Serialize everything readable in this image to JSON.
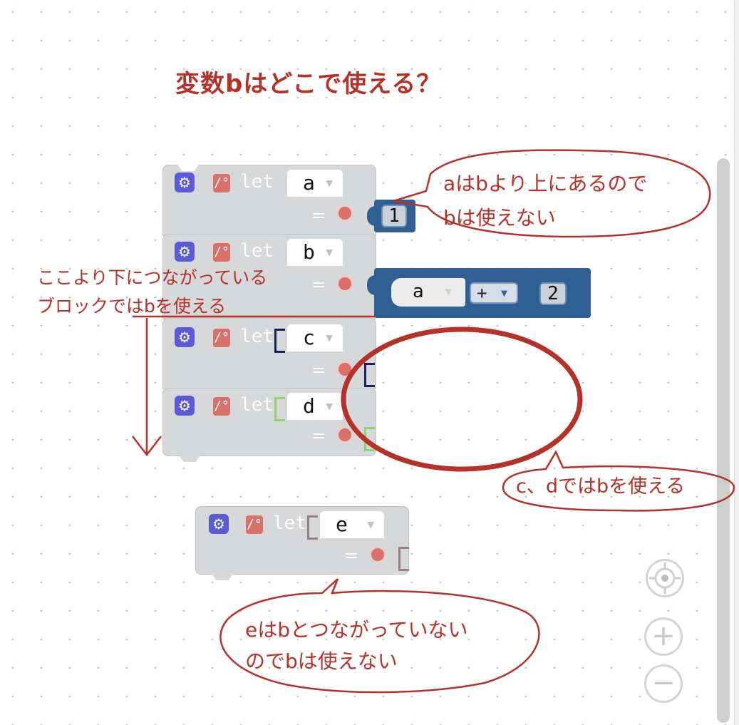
{
  "title": "変数bはどこで使える？",
  "blocks": {
    "keyword": "let",
    "equals": "=",
    "a": {
      "var": "a",
      "value": "1"
    },
    "b": {
      "var": "b",
      "expr": {
        "left": "a",
        "op": "+",
        "right": "2"
      }
    },
    "c": {
      "var": "c"
    },
    "d": {
      "var": "d"
    },
    "e": {
      "var": "e"
    }
  },
  "annotations": {
    "a_line1": "aはbより上にあるので",
    "a_line2": "bは使えない",
    "scope_line1": "ここより下につながっている",
    "scope_line2": "ブロックではbを使える",
    "cd_note": "c、dではbを使える",
    "e_line1": "eはbとつながっていない",
    "e_line2": "のでbは使えない"
  },
  "icons": {
    "gear": "gear-icon",
    "pin": "pin-icon",
    "target": "target-icon",
    "dropdown": "chevron-down-icon",
    "recenter": "recenter-icon",
    "zoom_in": "plus-icon",
    "zoom_out": "minus-icon"
  },
  "colors": {
    "annotation": "#b5322b",
    "block": "#d7d8da",
    "gear": "#5b5bd6",
    "pin": "#d9706a",
    "value_block": "#2f5f93",
    "bracket_c": "#1b1f5e",
    "bracket_d": "#8fd36b",
    "bracket_e": "#9b8083"
  },
  "controls": {
    "zoom_in_label": "+",
    "zoom_out_label": "−"
  }
}
